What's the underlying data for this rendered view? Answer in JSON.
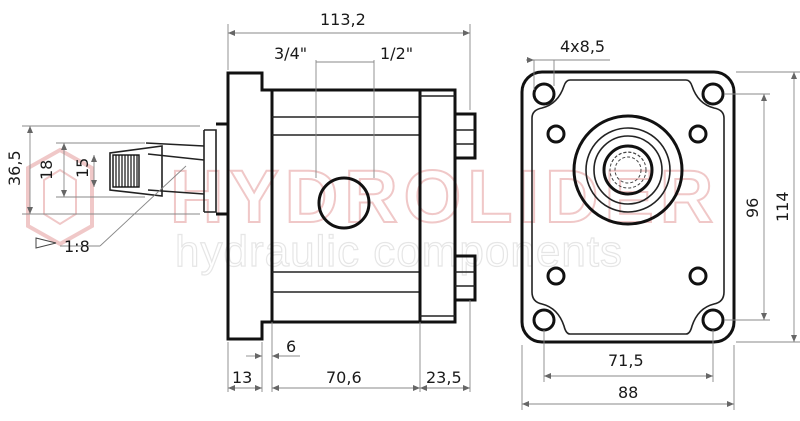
{
  "watermark": {
    "brand": "HYDROLIDER",
    "tagline": "hydraulic components",
    "logo_icon": "hexagon-logo-icon"
  },
  "dimensions": {
    "overall_length": "113,2",
    "inlet_port": "3/4\"",
    "outlet_port": "1/2\"",
    "shaft_diameter_outer": "36,5",
    "shaft_diameter_mid": "18",
    "shaft_diameter_inner": "15",
    "taper_ratio": "1:8",
    "flange_thickness": "13",
    "step": "6",
    "body_length": "70,6",
    "end_cover_length": "23,5",
    "mount_holes": "4x8,5",
    "hole_spacing_horizontal": "71,5",
    "flange_width": "88",
    "hole_spacing_vertical": "96",
    "flange_height": "114"
  },
  "colors": {
    "lines": "#111111",
    "dimension_lines": "#888888",
    "watermark_red": "#f0c8c8",
    "watermark_grey": "#e6e6e6"
  }
}
